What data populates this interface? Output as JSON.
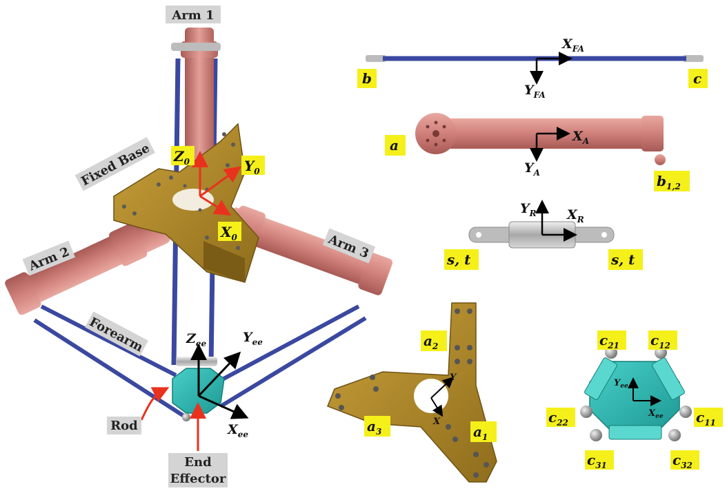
{
  "labels": {
    "arm1": "Arm 1",
    "arm2": "Arm 2",
    "arm3": "Arm 3",
    "fixed_base": "Fixed Base",
    "forearm": "Forearm",
    "rod": "Rod",
    "end_effector_line1": "End",
    "end_effector_line2": "Effector"
  },
  "frames": {
    "base": {
      "z": "Z",
      "z_sub": "0",
      "y": "Y",
      "y_sub": "0",
      "x": "X",
      "x_sub": "0"
    },
    "ee": {
      "z": "Z",
      "z_sub": "ee",
      "y": "Y",
      "y_sub": "ee",
      "x": "X",
      "x_sub": "ee"
    },
    "forearm": {
      "x": "X",
      "x_sub": "FA",
      "y": "Y",
      "y_sub": "FA"
    },
    "arm": {
      "x": "X",
      "x_sub": "A",
      "y": "Y",
      "y_sub": "A"
    },
    "rod": {
      "x": "X",
      "x_sub": "R",
      "y": "Y",
      "y_sub": "R"
    },
    "plate": {
      "x": "X",
      "y": "Y"
    },
    "eeplate": {
      "x": "X",
      "x_sub": "ee",
      "y": "Y",
      "y_sub": "ee"
    }
  },
  "points": {
    "b": "b",
    "c": "c",
    "a": "a",
    "b12": "b",
    "b12_sub": "1,2",
    "s_t_left": "s, t",
    "s_t_right": "s, t",
    "a1": "a",
    "a1_sub": "1",
    "a2": "a",
    "a2_sub": "2",
    "a3": "a",
    "a3_sub": "3",
    "c11": "c",
    "c11_sub": "11",
    "c12": "c",
    "c12_sub": "12",
    "c21": "c",
    "c21_sub": "21",
    "c22": "c",
    "c22_sub": "22",
    "c31": "c",
    "c31_sub": "31",
    "c32": "c",
    "c32_sub": "32"
  },
  "colors": {
    "arm": "#d98b84",
    "base": "#b8902a",
    "forearm": "#3a48a0",
    "effector": "#2cb5b0",
    "highlight": "#f5f01a",
    "label_bg": "#d4d4d4",
    "red_axis": "#e8321e"
  }
}
